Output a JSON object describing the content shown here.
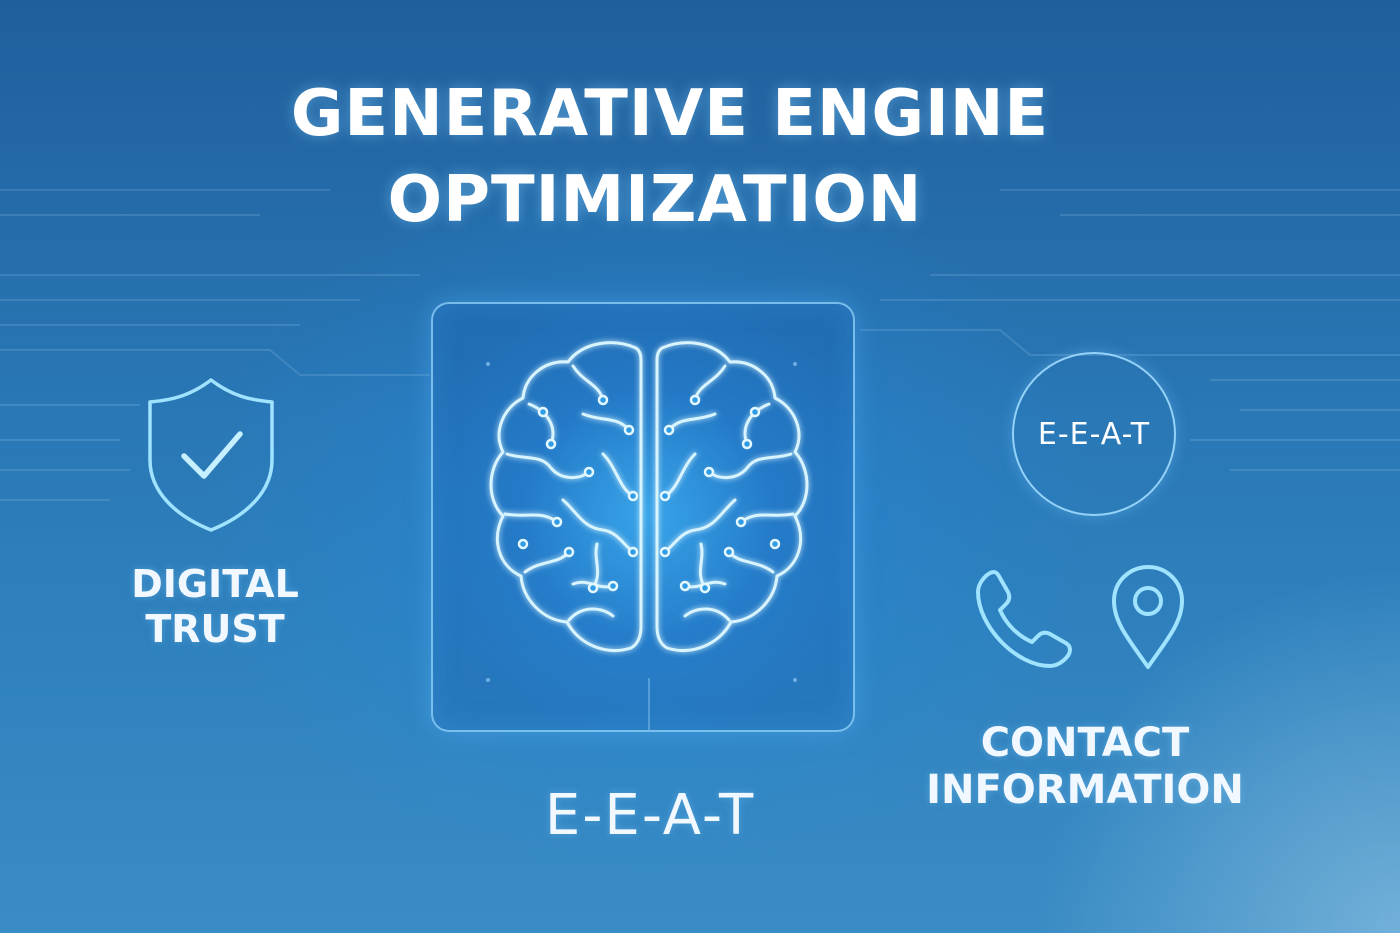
{
  "title": {
    "line1": "GENERATIVE ENGINE",
    "line2": "OPTIMIZATION"
  },
  "left": {
    "icon": "shield-check-icon",
    "label_line1": "DIGITAL",
    "label_line2": "TRUST"
  },
  "center": {
    "icon": "brain-icon",
    "label": "E-E-A-T"
  },
  "right": {
    "badge_text": "E-E-A-T",
    "phone_icon": "phone-icon",
    "location_icon": "location-pin-icon",
    "label_line1": "CONTACT",
    "label_line2": "INFORMATION"
  },
  "colors": {
    "background": "#2a78b6",
    "glow": "#46beff",
    "outline": "#a0dcff",
    "text": "#ffffff"
  }
}
